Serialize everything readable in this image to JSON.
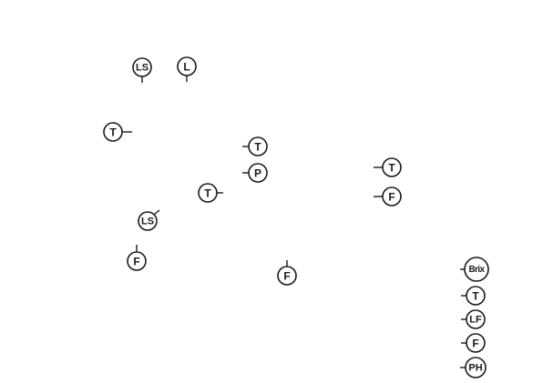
{
  "diagram": {
    "instruments": [
      {
        "id": "ls-top",
        "tag": "LS"
      },
      {
        "id": "l-top",
        "tag": "L"
      },
      {
        "id": "t-left",
        "tag": "T"
      },
      {
        "id": "t-center",
        "tag": "T"
      },
      {
        "id": "p-center",
        "tag": "P"
      },
      {
        "id": "t-right",
        "tag": "T"
      },
      {
        "id": "f-right",
        "tag": "F"
      },
      {
        "id": "t-mid",
        "tag": "T"
      },
      {
        "id": "ls-mid",
        "tag": "LS"
      },
      {
        "id": "f-left",
        "tag": "F"
      },
      {
        "id": "f-center",
        "tag": "F"
      },
      {
        "id": "brix-panel",
        "tag": "Brix"
      },
      {
        "id": "t-panel",
        "tag": "T"
      },
      {
        "id": "lf-panel",
        "tag": "LF"
      },
      {
        "id": "f-panel",
        "tag": "F"
      },
      {
        "id": "ph-panel",
        "tag": "PH"
      }
    ]
  }
}
